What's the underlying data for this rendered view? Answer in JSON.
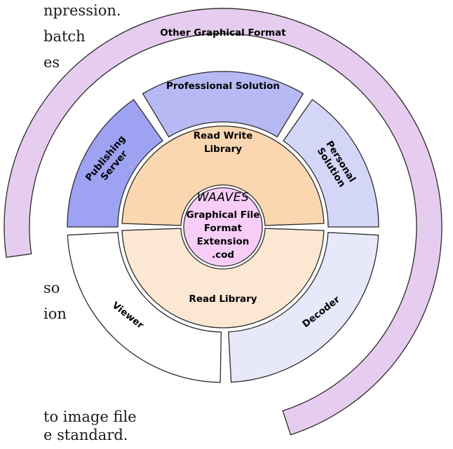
{
  "background_text": {
    "line1": "npression.",
    "line2": "batch",
    "line3": "es",
    "line4": "so",
    "line5": "ion",
    "line6": "to image file",
    "line7": "e standard."
  },
  "diagram": {
    "outer_ring_label": "Other Graphical Format",
    "professional_solution": "Professional Solution",
    "publishing_server": [
      "Publishing",
      "Server"
    ],
    "personal_solution": [
      "Personal",
      "Solution"
    ],
    "read_write_library": [
      "Read Write",
      "Library"
    ],
    "read_library": "Read Library",
    "viewer": "Viewer",
    "decoder": "Decoder",
    "center_brand": "WAAVES",
    "center_lines": [
      "Graphical File",
      "Format",
      "Extension",
      ".cod"
    ]
  },
  "colors": {
    "outer_ring": "#e6cdef",
    "professional": "#b7b9f4",
    "publishing": "#9ea2f2",
    "personal": "#d4d6f8",
    "read_write": "#fad7b1",
    "read_library": "#fbe7d2",
    "viewer": "#ffffff",
    "decoder": "#e7e8fa",
    "center": "#f8cdf8",
    "stroke": "#2a2a2a"
  }
}
